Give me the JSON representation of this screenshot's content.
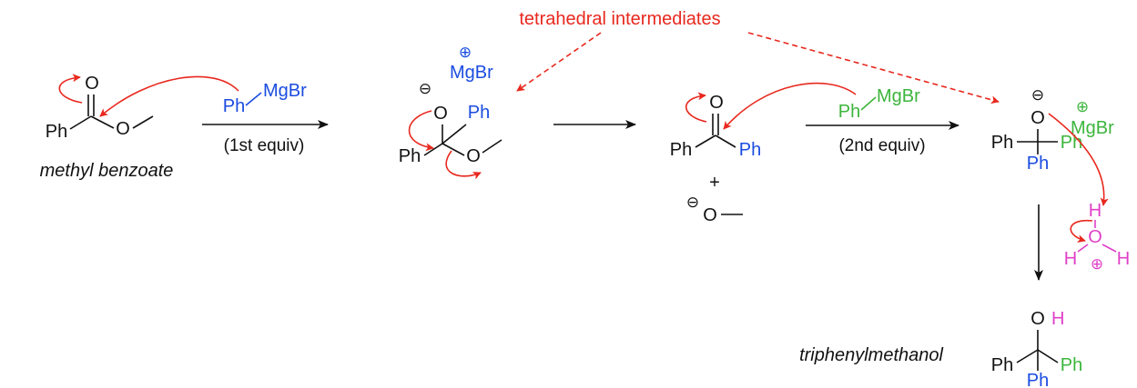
{
  "colors": {
    "ink": "#111111",
    "first_equiv": "#1a4ce0",
    "second_equiv": "#3cb53c",
    "hydronium": "#e040c8",
    "annotation": "#e8281e",
    "electron_arrow": "#e8281e"
  },
  "annotation": {
    "label": "tetrahedral intermediates"
  },
  "atoms": {
    "o": "O",
    "ph": "Ph",
    "mgbr": "MgBr",
    "h": "H",
    "plus": "+"
  },
  "charges": {
    "minus": "⊖",
    "plus": "⊕"
  },
  "reactant": {
    "name": "methyl benzoate"
  },
  "step1": {
    "condition": "(1st equiv)"
  },
  "step2": {
    "condition": "(2nd equiv)"
  },
  "product": {
    "name": "triphenylmethanol"
  }
}
